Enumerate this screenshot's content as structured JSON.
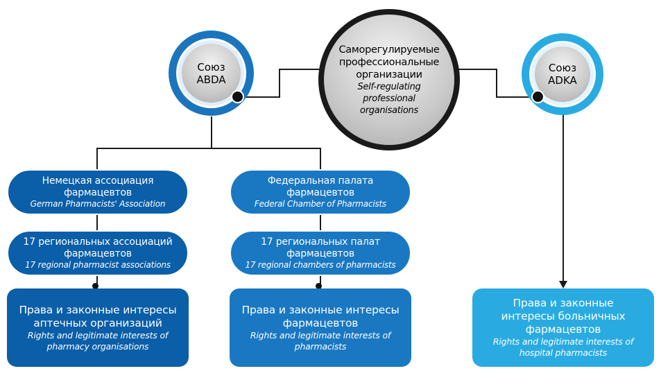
{
  "center": {
    "title_ru_1": "Саморегулируемые",
    "title_ru_2": "профессиональные",
    "title_ru_3": "организации",
    "title_en_1": "Self-regulating",
    "title_en_2": "professional",
    "title_en_3": "organisations"
  },
  "abda": {
    "line1": "Союз",
    "line2": "ABDA"
  },
  "adka": {
    "line1": "Союз",
    "line2": "ADKA"
  },
  "left_column": {
    "assoc": {
      "ru_1": "Немецкая ассоциация",
      "ru_2": "фармацевтов",
      "en": "German Pharmacists' Association"
    },
    "regional": {
      "ru_1": "17 региональных ассоциаций",
      "ru_2": "фармацевтов",
      "en": "17 regional pharmacist associations"
    },
    "rights": {
      "ru_1": "Права и законные интересы",
      "ru_2": "аптечных организаций",
      "en_1": "Rights and legitimate interests of",
      "en_2": "pharmacy organisations"
    }
  },
  "middle_column": {
    "chamber": {
      "ru_1": "Федеральная палата",
      "ru_2": "фармацевтов",
      "en": "Federal Chamber of Pharmacists"
    },
    "regional": {
      "ru_1": "17 региональных палат",
      "ru_2": "фармацевтов",
      "en": "17 regional chambers of pharmacists"
    },
    "rights": {
      "ru_1": "Права и законные интересы",
      "ru_2": "фармацевтов",
      "en_1": "Rights and legitimate interests of",
      "en_2": "pharmacists"
    }
  },
  "right_column": {
    "rights": {
      "ru_1": "Права и законные",
      "ru_2": "интересы больничных",
      "ru_3": "фармацевтов",
      "en_1": "Rights and legitimate interests of",
      "en_2": "hospital pharmacists"
    }
  },
  "colors": {
    "dark_blue": "#0b5ea8",
    "mid_blue": "#1a78c2",
    "light_blue": "#29abe2",
    "abda_ring": "#1b75bc",
    "adka_ring": "#29abe2"
  }
}
